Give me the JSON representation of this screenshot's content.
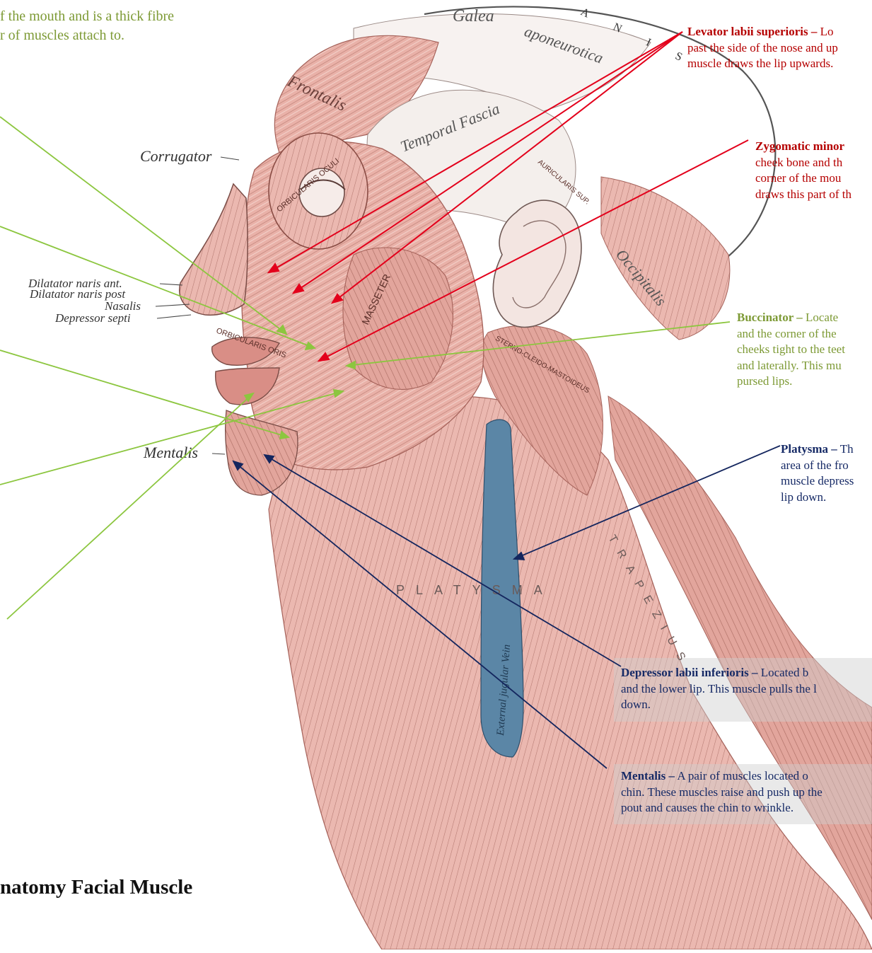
{
  "title": "natomy Facial Muscle",
  "top_left_text": {
    "line1": "f the mouth and is a thick fibre",
    "line2": "r of muscles attach to."
  },
  "illustration_labels": {
    "galea": "Galea",
    "aponeurotica": "aponeurotica",
    "frontalis": "Frontalis",
    "temporal_fascia": "Temporal Fascia",
    "corrugator": "Corrugator",
    "dilatator_naris_ant": "Dilatator naris ant.",
    "dilatator_naris_post": "Dilatator naris post",
    "nasalis": "Nasalis",
    "depressor_septi": "Depressor septi",
    "mentalis": "Mentalis",
    "platysma": "PLATYSMA",
    "masseter": "MASSETER",
    "occipitalis": "Occipitalis",
    "orbicularis_oculi": "ORBICULARIS OCULI",
    "orbicularis_oris": "ORBICULARIS ORIS",
    "sterno_cleido_mastoideus": "STERNO-CLEIDO-MASTOIDEUS",
    "trapezius": "TRAPEZIUS",
    "auricularis_sup": "AURICULARIS SUP.",
    "external_jugular_vein": "External jugular Vein",
    "anis": "A N I S"
  },
  "annotations": [
    {
      "id": "levator",
      "bold": "Levator labii superioris –",
      "lines": [
        "Lo",
        "past the side of the nose and up",
        "muscle draws the lip upwards."
      ]
    },
    {
      "id": "zygomatic",
      "bold": "Zygomatic minor",
      "lines": [
        "cheek bone and th",
        "corner of the mou",
        "draws this part of th"
      ]
    },
    {
      "id": "buccinator",
      "bold": "Buccinator –",
      "lines": [
        "Locate",
        "and the corner of the",
        "cheeks tight to the teet",
        "and laterally. This mu",
        "pursed lips."
      ]
    },
    {
      "id": "platysma",
      "bold": "Platysma –",
      "lines": [
        "Th",
        "area of the fro",
        "muscle depress",
        "lip down."
      ]
    },
    {
      "id": "depressor",
      "bold": "Depressor labii inferioris –",
      "lines": [
        "Located b",
        "and the lower lip. This muscle pulls the l",
        "down."
      ]
    },
    {
      "id": "mentalis",
      "bold": "Mentalis –",
      "lines": [
        "A pair of muscles located o",
        "chin. These muscles raise and push up the",
        "pout and causes the chin to wrinkle."
      ]
    }
  ],
  "colors": {
    "muscle_fill": "#e7aaa2",
    "muscle_stroke": "#a5625a",
    "red_arrow": "#e3001b",
    "green_arrow": "#8cc63f",
    "navy_arrow": "#14265e",
    "vein": "#5b86a6"
  }
}
